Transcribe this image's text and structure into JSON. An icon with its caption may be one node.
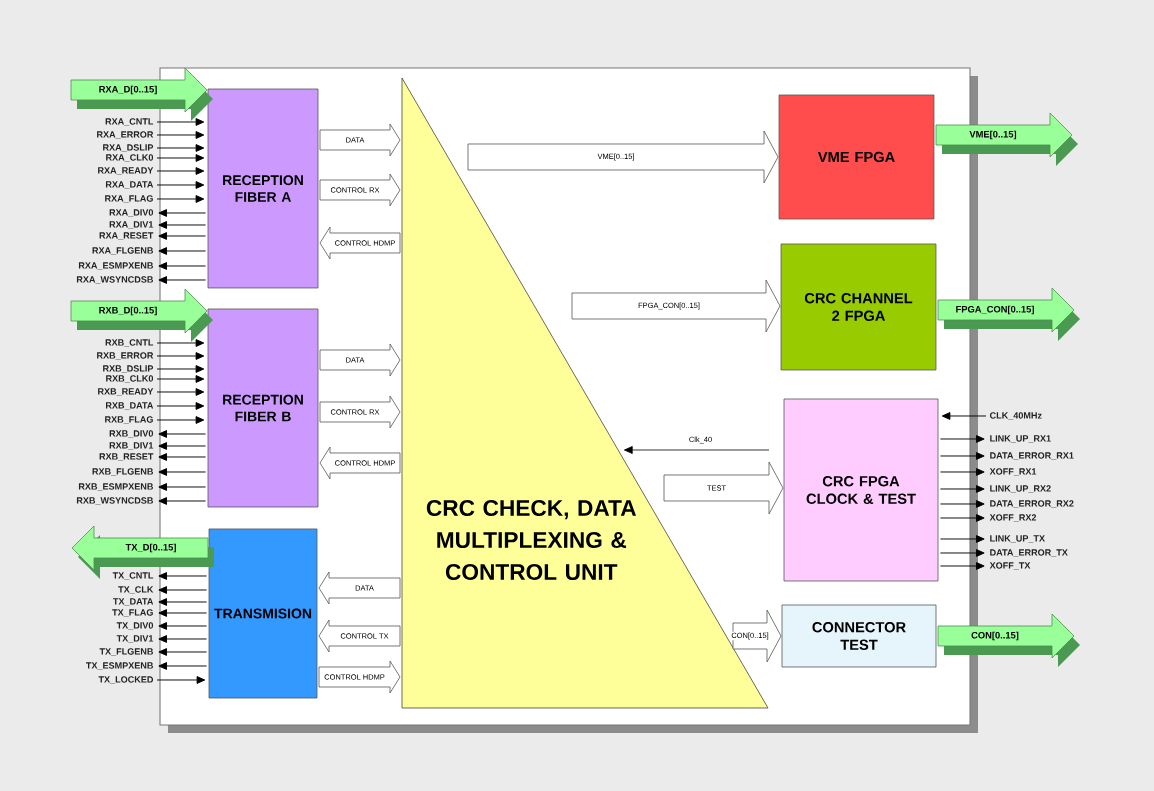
{
  "diagram": {
    "nodes": [
      {
        "text": [],
        "shape": "box"
      },
      {
        "text": [
          "RECEPTION FIBER A"
        ],
        "in": 0
      },
      {
        "text": [
          "RECEPTION FIBER B"
        ],
        "in": 0
      },
      {
        "text": [
          "TRANSMISION"
        ],
        "in": 0
      },
      {
        "text": [
          "CRC CHECK, DATA MULTIPLEXING & CONTROL UNIT"
        ],
        "in": 0
      },
      {
        "text": [
          "VME FPGA"
        ],
        "in": 0
      },
      {
        "text": [
          "CRC CHANNEL 2 FPGA"
        ],
        "in": 0
      },
      {
        "text": [
          "CRC FPGA CLOCK & TEST"
        ],
        "in": 0
      },
      {
        "text": [
          "CONNECTOR TEST"
        ],
        "in": 0
      },
      {
        "text": [
          "RXA_CNTL"
        ]
      },
      {
        "text": [
          "RXA_ERROR"
        ]
      },
      {
        "text": [
          "RXA_DSLIP"
        ]
      },
      {
        "text": [
          "RXA_CLK0"
        ]
      },
      {
        "text": [
          "RXA_READY"
        ]
      },
      {
        "text": [
          "RXA_DATA"
        ]
      },
      {
        "text": [
          "RXA_FLAG"
        ]
      },
      {
        "text": [
          "RXA_DIV0"
        ]
      },
      {
        "text": [
          "RXA_DIV1"
        ]
      },
      {
        "text": [
          "RXA_RESET"
        ]
      },
      {
        "text": [
          "RXA_FLGENB"
        ]
      },
      {
        "text": [
          "RXA_ESMPXENB"
        ]
      },
      {
        "text": [
          "RXA_WSYNCDSB"
        ]
      },
      {
        "text": [
          "RXB_CNTL"
        ]
      },
      {
        "text": [
          "RXB_ERROR"
        ]
      },
      {
        "text": [
          "RXB_DSLIP"
        ]
      },
      {
        "text": [
          "RXB_CLK0"
        ]
      },
      {
        "text": [
          "RXB_READY"
        ]
      },
      {
        "text": [
          "RXB_DATA"
        ]
      },
      {
        "text": [
          "RXB_FLAG"
        ]
      },
      {
        "text": [
          "RXB_DIV0"
        ]
      },
      {
        "text": [
          "RXB_DIV1"
        ]
      },
      {
        "text": [
          "RXB_RESET"
        ]
      },
      {
        "text": [
          "RXB_FLGENB"
        ]
      },
      {
        "text": [
          "RXB_ESMPXENB"
        ]
      },
      {
        "text": [
          "RXB_WSYNCDSB"
        ]
      },
      {
        "text": [
          "TX_CNTL"
        ]
      },
      {
        "text": [
          "TX_CLK"
        ]
      },
      {
        "text": [
          "TX_DATA"
        ]
      },
      {
        "text": [
          "TX_FLAG"
        ]
      },
      {
        "text": [
          "TX_DIV0"
        ]
      },
      {
        "text": [
          "TX_DIV1"
        ]
      },
      {
        "text": [
          "TX_FLGENB"
        ]
      },
      {
        "text": [
          "TX_ESMPXENB"
        ]
      },
      {
        "text": [
          "TX_LOCKED"
        ]
      },
      {
        "text": [
          "CLK_40MHz"
        ]
      },
      {
        "text": [
          "LINK_UP_RX1"
        ]
      },
      {
        "text": [
          "DATA_ERROR_RX1"
        ]
      },
      {
        "text": [
          "XOFF_RX1"
        ]
      },
      {
        "text": [
          "LINK_UP_RX2"
        ]
      },
      {
        "text": [
          "DATA_ERROR_RX2"
        ]
      },
      {
        "text": [
          "XOFF_RX2"
        ]
      },
      {
        "text": [
          "LINK_UP_TX"
        ]
      },
      {
        "text": [
          "DATA_ERROR_TX"
        ]
      },
      {
        "text": [
          "XOFF_TX"
        ]
      }
    ],
    "edges": [
      {
        "from": null,
        "to": 1,
        "arrow": "to",
        "label": "RXA_D[0..15]",
        "style": "thick",
        "color": "#99ff99"
      },
      {
        "from": 1,
        "to": 4,
        "arrow": "to",
        "label": "DATA",
        "style": "thick"
      },
      {
        "from": 1,
        "to": 4,
        "arrow": "to",
        "label": "CONTROL RX",
        "style": "thick"
      },
      {
        "from": 4,
        "to": 1,
        "arrow": "to",
        "label": "CONTROL HDMP",
        "style": "thick"
      },
      {
        "from": null,
        "to": 2,
        "arrow": "to",
        "label": "RXB_D[0..15]",
        "style": "thick",
        "color": "#99ff99"
      },
      {
        "from": 2,
        "to": 4,
        "arrow": "to",
        "label": "DATA",
        "style": "thick"
      },
      {
        "from": 2,
        "to": 4,
        "arrow": "to",
        "label": "CONTROL RX",
        "style": "thick"
      },
      {
        "from": 4,
        "to": 2,
        "arrow": "to",
        "label": "CONTROL HDMP",
        "style": "thick"
      },
      {
        "from": 3,
        "to": null,
        "arrow": "to",
        "label": "TX_D[0..15]",
        "style": "thick",
        "color": "#99ff99"
      },
      {
        "from": 4,
        "to": 3,
        "arrow": "to",
        "label": "DATA",
        "style": "thick"
      },
      {
        "from": 4,
        "to": 3,
        "arrow": "to",
        "label": "CONTROL TX",
        "style": "thick"
      },
      {
        "from": 3,
        "to": 4,
        "arrow": "to",
        "label": "CONTROL HDMP",
        "style": "thick"
      },
      {
        "from": 4,
        "to": 5,
        "arrow": "to",
        "label": "VME[0..15]",
        "style": "thick"
      },
      {
        "from": 5,
        "to": null,
        "arrow": "to",
        "label": "VME[0..15]",
        "style": "thick",
        "color": "#99ff99"
      },
      {
        "from": 4,
        "to": 6,
        "arrow": "to",
        "label": "FPGA_CON[0..15]",
        "style": "thick"
      },
      {
        "from": 6,
        "to": null,
        "arrow": "to",
        "label": "FPGA_CON[0..15]",
        "style": "thick",
        "color": "#99ff99"
      },
      {
        "from": 7,
        "to": 4,
        "arrow": "to",
        "label": "Clk_40"
      },
      {
        "from": 4,
        "to": 7,
        "arrow": "to",
        "label": "TEST",
        "style": "thick"
      },
      {
        "from": 4,
        "to": 8,
        "arrow": "to",
        "label": "CON[0..15]",
        "style": "thick"
      },
      {
        "from": 8,
        "to": null,
        "arrow": "to",
        "label": "CON[0..15]",
        "style": "thick",
        "color": "#99ff99"
      },
      {
        "from": 9,
        "to": 1,
        "arrow": "to"
      },
      {
        "from": 10,
        "to": 1,
        "arrow": "to"
      },
      {
        "from": 11,
        "to": 1,
        "arrow": "to"
      },
      {
        "from": 12,
        "to": 1,
        "arrow": "to"
      },
      {
        "from": 13,
        "to": 1,
        "arrow": "to"
      },
      {
        "from": 14,
        "to": 1,
        "arrow": "to"
      },
      {
        "from": 15,
        "to": 1,
        "arrow": "to"
      },
      {
        "from": 1,
        "to": 16,
        "arrow": "to"
      },
      {
        "from": 1,
        "to": 17,
        "arrow": "to"
      },
      {
        "from": 1,
        "to": 18,
        "arrow": "to"
      },
      {
        "from": 1,
        "to": 19,
        "arrow": "to"
      },
      {
        "from": 1,
        "to": 20,
        "arrow": "to"
      },
      {
        "from": 1,
        "to": 21,
        "arrow": "to"
      },
      {
        "from": 22,
        "to": 2,
        "arrow": "to"
      },
      {
        "from": 23,
        "to": 2,
        "arrow": "to"
      },
      {
        "from": 24,
        "to": 2,
        "arrow": "to"
      },
      {
        "from": 25,
        "to": 2,
        "arrow": "to"
      },
      {
        "from": 26,
        "to": 2,
        "arrow": "to"
      },
      {
        "from": 27,
        "to": 2,
        "arrow": "to"
      },
      {
        "from": 28,
        "to": 2,
        "arrow": "to"
      },
      {
        "from": 2,
        "to": 29,
        "arrow": "to"
      },
      {
        "from": 2,
        "to": 30,
        "arrow": "to"
      },
      {
        "from": 2,
        "to": 31,
        "arrow": "to"
      },
      {
        "from": 2,
        "to": 32,
        "arrow": "to"
      },
      {
        "from": 2,
        "to": 33,
        "arrow": "to"
      },
      {
        "from": 2,
        "to": 34,
        "arrow": "to"
      },
      {
        "from": 3,
        "to": 35,
        "arrow": "to"
      },
      {
        "from": 3,
        "to": 36,
        "arrow": "to"
      },
      {
        "from": 3,
        "to": 37,
        "arrow": "to"
      },
      {
        "from": 3,
        "to": 38,
        "arrow": "to"
      },
      {
        "from": 3,
        "to": 39,
        "arrow": "to"
      },
      {
        "from": 3,
        "to": 40,
        "arrow": "to"
      },
      {
        "from": 3,
        "to": 41,
        "arrow": "to"
      },
      {
        "from": 3,
        "to": 42,
        "arrow": "to"
      },
      {
        "from": 43,
        "to": 3,
        "arrow": "to"
      },
      {
        "from": 44,
        "to": 7,
        "arrow": "to"
      },
      {
        "from": 7,
        "to": 45,
        "arrow": "to"
      },
      {
        "from": 7,
        "to": 46,
        "arrow": "to"
      },
      {
        "from": 7,
        "to": 47,
        "arrow": "to"
      },
      {
        "from": 7,
        "to": 48,
        "arrow": "to"
      },
      {
        "from": 7,
        "to": 49,
        "arrow": "to"
      },
      {
        "from": 7,
        "to": 50,
        "arrow": "to"
      },
      {
        "from": 7,
        "to": 51,
        "arrow": "to"
      },
      {
        "from": 7,
        "to": 52,
        "arrow": "to"
      },
      {
        "from": 7,
        "to": 53,
        "arrow": "to"
      }
    ]
  }
}
